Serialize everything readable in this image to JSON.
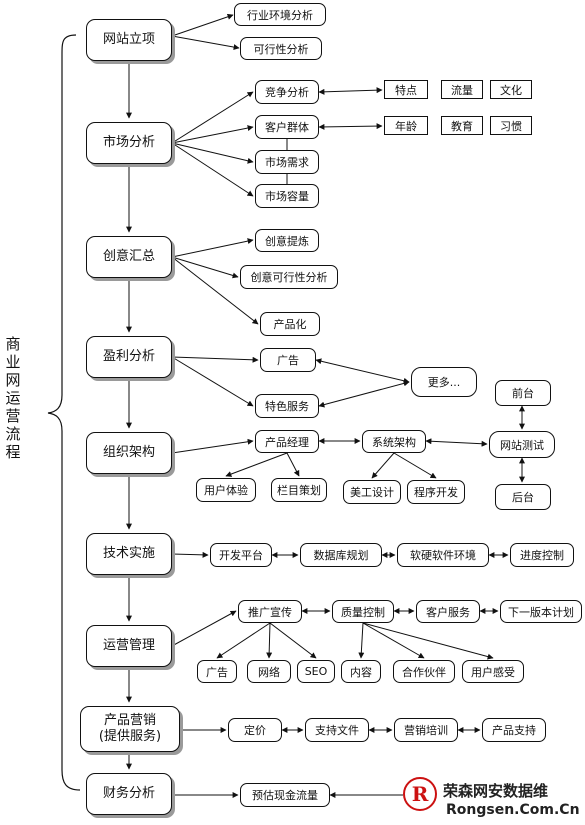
{
  "title": "商业网运营流程",
  "steps": {
    "s1": "网站立项",
    "s2": "市场分析",
    "s3": "创意汇总",
    "s4": "盈利分析",
    "s5": "组织架构",
    "s6": "技术实施",
    "s7": "运营管理",
    "s8a": "产品营销",
    "s8b": "(提供服务)",
    "s9": "财务分析"
  },
  "nodes": {
    "n1": "行业环境分析",
    "n2": "可行性分析",
    "n3": "竞争分析",
    "n4": "客户群体",
    "n5": "市场需求",
    "n6": "市场容量",
    "n7": "特点",
    "n8": "流量",
    "n9": "文化",
    "n10": "年龄",
    "n11": "教育",
    "n12": "习惯",
    "n13": "创意提炼",
    "n14": "创意可行性分析",
    "n15": "产品化",
    "n16": "广告",
    "n17": "特色服务",
    "n18": "更多...",
    "n19": "前台",
    "n20": "产品经理",
    "n21": "系统架构",
    "n22": "网站测试",
    "n23": "用户体验",
    "n24": "栏目策划",
    "n25": "美工设计",
    "n26": "程序开发",
    "n27": "后台",
    "n28": "开发平台",
    "n29": "数据库规划",
    "n30": "软硬软件环境",
    "n31": "进度控制",
    "n32": "推广宣传",
    "n33": "质量控制",
    "n34": "客户服务",
    "n35": "下一版本计划",
    "n36": "广告",
    "n37": "网络",
    "n38": "SEO",
    "n39": "内容",
    "n40": "合作伙伴",
    "n41": "用户感受",
    "n42": "定价",
    "n43": "支持文件",
    "n44": "营销培训",
    "n45": "产品支持",
    "n46": "预估现金流量"
  },
  "watermark": {
    "logo": "R",
    "cn": "荣森网安数据维",
    "url": "Rongsen.Com.Cn"
  },
  "colors": {
    "line": "#111111",
    "shadow": "#9a9a9a",
    "watermark_red": "#cc1111"
  }
}
